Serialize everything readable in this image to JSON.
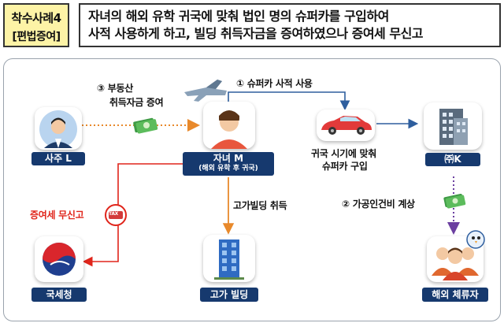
{
  "header": {
    "case_title": "착수사례4",
    "case_tag": "[편법증여]",
    "line1": "자녀의 해외 유학 귀국에 맞춰 법인 명의 슈퍼카를 구입하여",
    "line2": "사적 사용하게 하고, 빌딩 취득자금을 증여하였으나 증여세 무신고"
  },
  "nodes": {
    "owner": "사주 L",
    "child_name": "자녀 M",
    "child_sub": "(해외 유학 후 귀국)",
    "company": "㈜K",
    "nts": "국세청",
    "building": "고가 빌딩",
    "overseas": "해외 체류자"
  },
  "edges": {
    "step3_line1": "③ 부동산",
    "step3_line2": "취득자금 증여",
    "step1": "① 슈퍼카 사적 사용",
    "car_line1": "귀국 시기에 맞춰",
    "car_line2": "슈퍼카 구입",
    "step2": "② 가공인건비 계상",
    "building_buy": "고가빌딩 취득",
    "tax_unreported": "증여세 무신고",
    "tax_badge": "TAX"
  },
  "colors": {
    "navy": "#16396e",
    "blue_arrow": "#2e5e9e",
    "orange_arrow": "#e8892b",
    "red_arrow": "#e0251b",
    "purple_arrow": "#6b3fa0",
    "header_bg": "#fdf3a6"
  },
  "icons": [
    "airplane-icon",
    "money-icon",
    "sports-car-icon",
    "office-building-icon",
    "person-icon",
    "tax-icon",
    "nts-logo-icon",
    "skyscraper-icon",
    "group-icon"
  ]
}
